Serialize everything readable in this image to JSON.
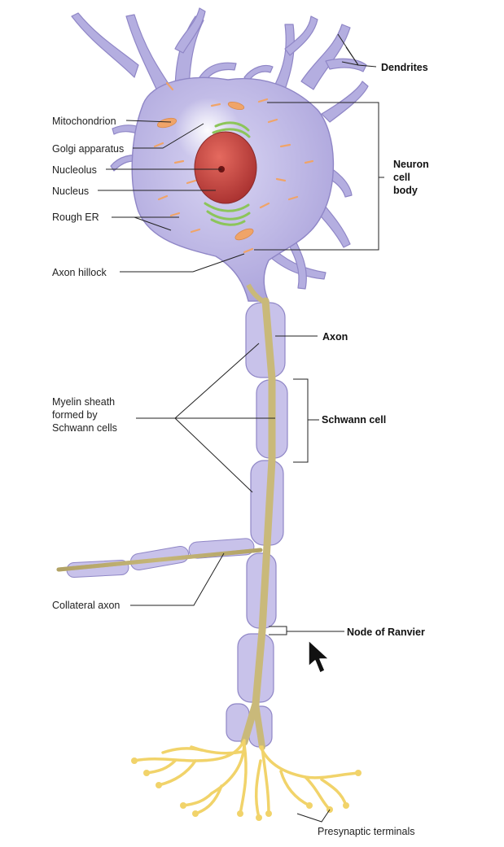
{
  "labels": {
    "dendrites": "Dendrites",
    "mitochondrion": "Mitochondrion",
    "golgi": "Golgi apparatus",
    "nucleolus": "Nucleolus",
    "nucleus": "Nucleus",
    "rough_er": "Rough ER",
    "cell_body": [
      "Neuron",
      "cell",
      "body"
    ],
    "axon_hillock": "Axon hillock",
    "axon": "Axon",
    "myelin": [
      "Myelin sheath",
      "formed by",
      "Schwann cells"
    ],
    "schwann_cell": "Schwann cell",
    "collateral_axon": "Collateral axon",
    "node_of_ranvier": "Node of Ranvier",
    "presynaptic": "Presynaptic terminals"
  },
  "colors": {
    "neuron_fill": "#b4aee0",
    "neuron_edge": "#8f86c6",
    "nucleus": "#c8403e",
    "golgi": "#8cc55a",
    "organelle": "#f0a468",
    "axon_core": "#c9b97a",
    "myelin": "#c8c2ea",
    "terminal": "#f1d36a"
  },
  "cursor_icon": "arrow-cursor-icon"
}
